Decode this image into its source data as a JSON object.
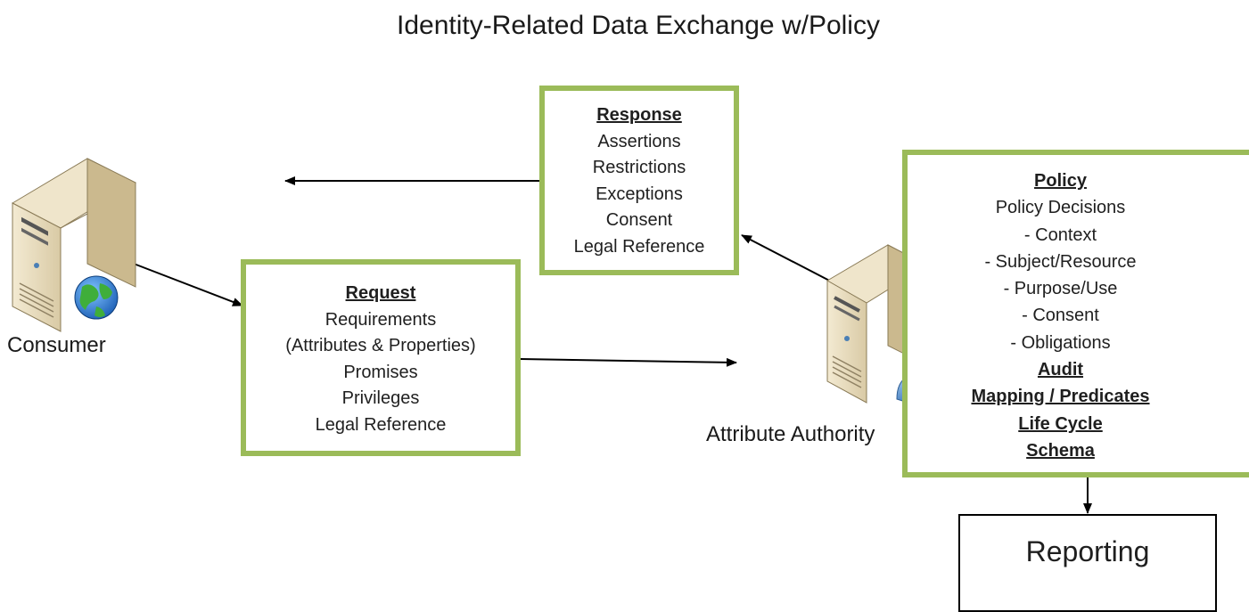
{
  "title": "Identity-Related Data Exchange w/Policy",
  "nodes": {
    "consumer": {
      "label": "Consumer",
      "icon": "server-globe-icon"
    },
    "attribute_authority": {
      "label": "Attribute Authority",
      "icon": "server-user-icon"
    }
  },
  "response": {
    "heading": "Response",
    "items": [
      "Assertions",
      "Restrictions",
      "Exceptions",
      "Consent",
      "Legal Reference"
    ]
  },
  "request": {
    "heading": "Request",
    "items": [
      "Requirements",
      "(Attributes & Properties)",
      "Promises",
      "Privileges",
      "Legal Reference"
    ]
  },
  "policy": {
    "heading": "Policy",
    "items": [
      "Policy Decisions",
      "- Context",
      "- Subject/Resource",
      "- Purpose/Use",
      "- Consent",
      "- Obligations"
    ],
    "sections": [
      "Audit",
      "Mapping / Predicates",
      "Life Cycle",
      "Schema"
    ]
  },
  "reporting": {
    "label": "Reporting"
  },
  "colors": {
    "box_border": "#9bbb59",
    "server_body": "#e8dcc0",
    "server_shade": "#c9b994"
  }
}
